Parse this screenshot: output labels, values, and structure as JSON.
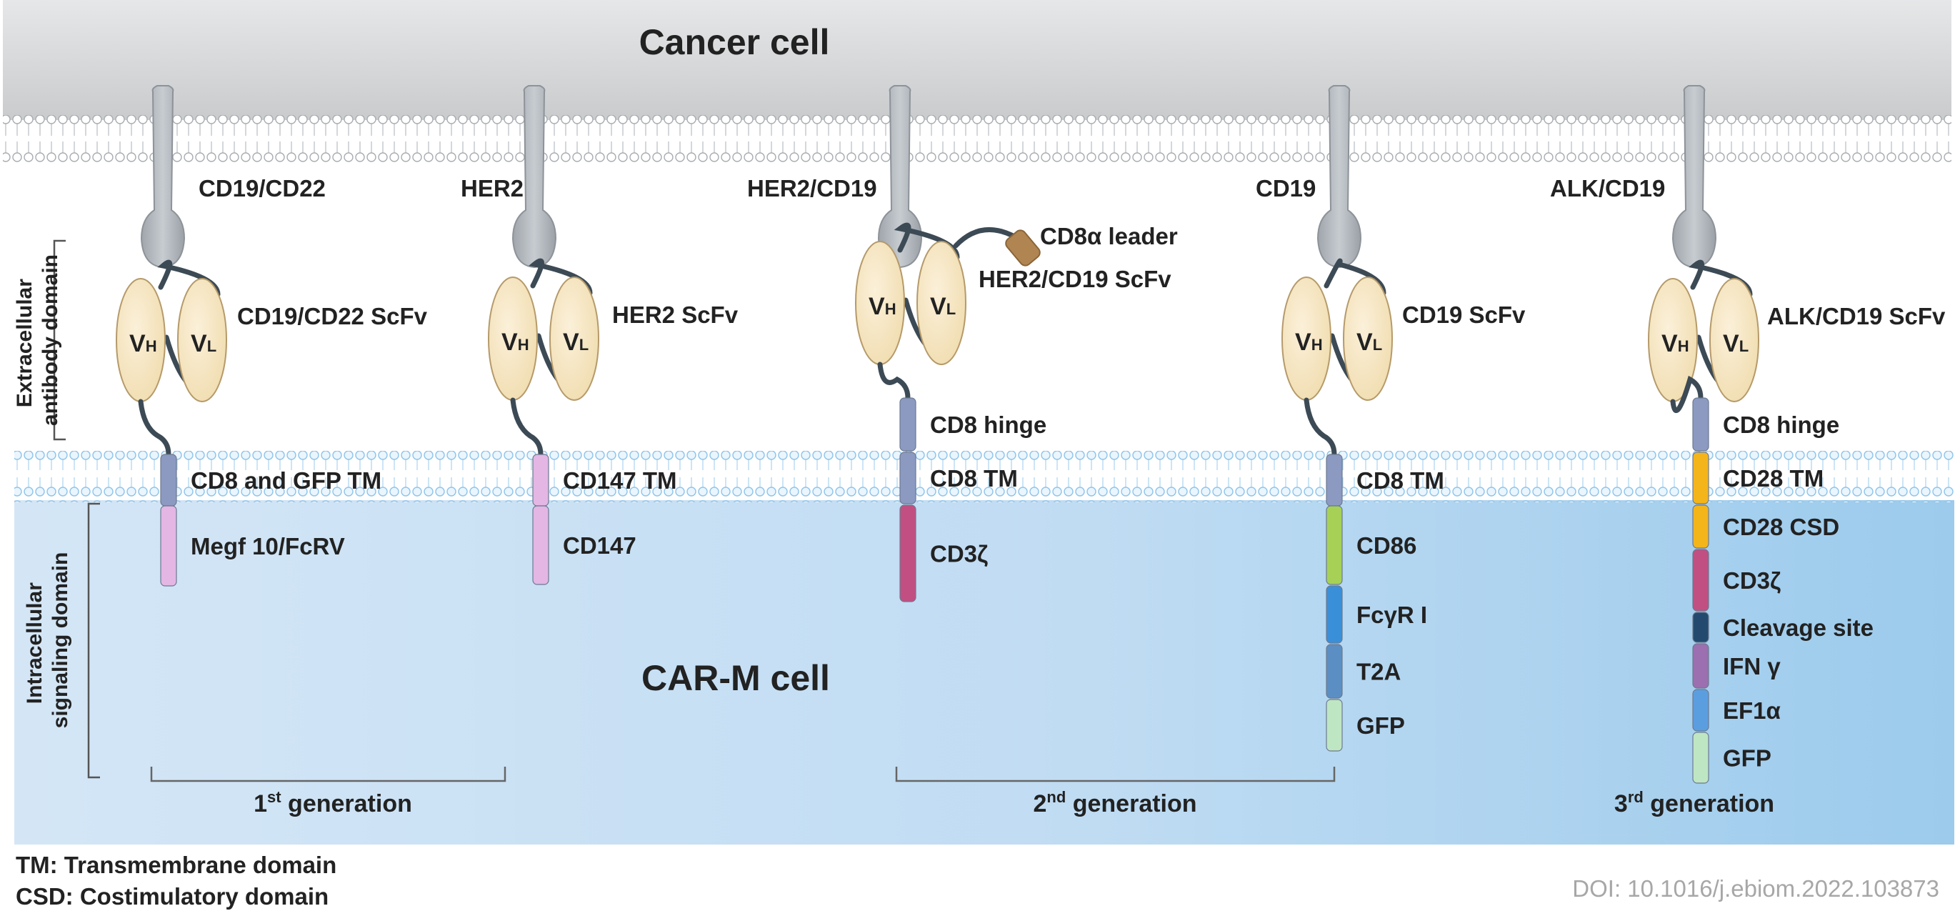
{
  "cancer_cell_label": "Cancer cell",
  "carm_cell_label": "CAR-M cell",
  "side_labels": {
    "extracellular": [
      "Extracellular",
      "antibody domain"
    ],
    "intracellular": [
      "Intracellular",
      "signaling domain"
    ]
  },
  "vh_label": "VH",
  "vl_label": "VL",
  "constructs": [
    {
      "antigen": "CD19/CD22",
      "scfv": "CD19/CD22 ScFv",
      "segments": [
        {
          "label": "CD8 and GFP TM",
          "color": "#8c9ac2"
        },
        {
          "label": "Megf 10/FcRV",
          "color": "#e3b6e4"
        }
      ]
    },
    {
      "antigen": "HER2",
      "scfv": "HER2 ScFv",
      "segments": [
        {
          "label": "CD147 TM",
          "color": "#e3b6e4"
        },
        {
          "label": "CD147",
          "color": "#e3b6e4"
        }
      ]
    },
    {
      "antigen": "HER2/CD19",
      "scfv": "HER2/CD19 ScFv",
      "leader": "CD8α leader",
      "segments": [
        {
          "label": "CD8 hinge",
          "color": "#8c9ac2"
        },
        {
          "label": "CD8 TM",
          "color": "#8c9ac2"
        },
        {
          "label": "CD3ζ",
          "color": "#c14f82"
        }
      ]
    },
    {
      "antigen": "CD19",
      "scfv": "CD19 ScFv",
      "segments": [
        {
          "label": "CD8 TM",
          "color": "#8c9ac2"
        },
        {
          "label": "CD86",
          "color": "#a6d156"
        },
        {
          "label": "FcγR I",
          "color": "#3a8fd9"
        },
        {
          "label": "T2A",
          "color": "#5b8fc3"
        },
        {
          "label": "GFP",
          "color": "#bfe6c2"
        }
      ]
    },
    {
      "antigen": "ALK/CD19",
      "scfv": "ALK/CD19 ScFv",
      "segments": [
        {
          "label": "CD8 hinge",
          "color": "#8c9ac2"
        },
        {
          "label": "CD28 TM",
          "color": "#f4b51a"
        },
        {
          "label": "CD28 CSD",
          "color": "#f4b51a"
        },
        {
          "label": "CD3ζ",
          "color": "#c14f82"
        },
        {
          "label": "Cleavage site",
          "color": "#234a6e"
        },
        {
          "label": "IFN γ",
          "color": "#9b6fb0"
        },
        {
          "label": "EF1α",
          "color": "#5b9ee0"
        },
        {
          "label": "GFP",
          "color": "#bfe6c2"
        }
      ]
    }
  ],
  "generations": [
    {
      "prefix": "1",
      "sup": "st",
      "suffix": " generation"
    },
    {
      "prefix": "2",
      "sup": "nd",
      "suffix": " generation"
    },
    {
      "prefix": "3",
      "sup": "rd",
      "suffix": " generation"
    }
  ],
  "legend": [
    "TM: Transmembrane domain",
    "CSD: Costimulatory domain"
  ],
  "doi": "DOI: 10.1016/j.ebiom.2022.103873"
}
